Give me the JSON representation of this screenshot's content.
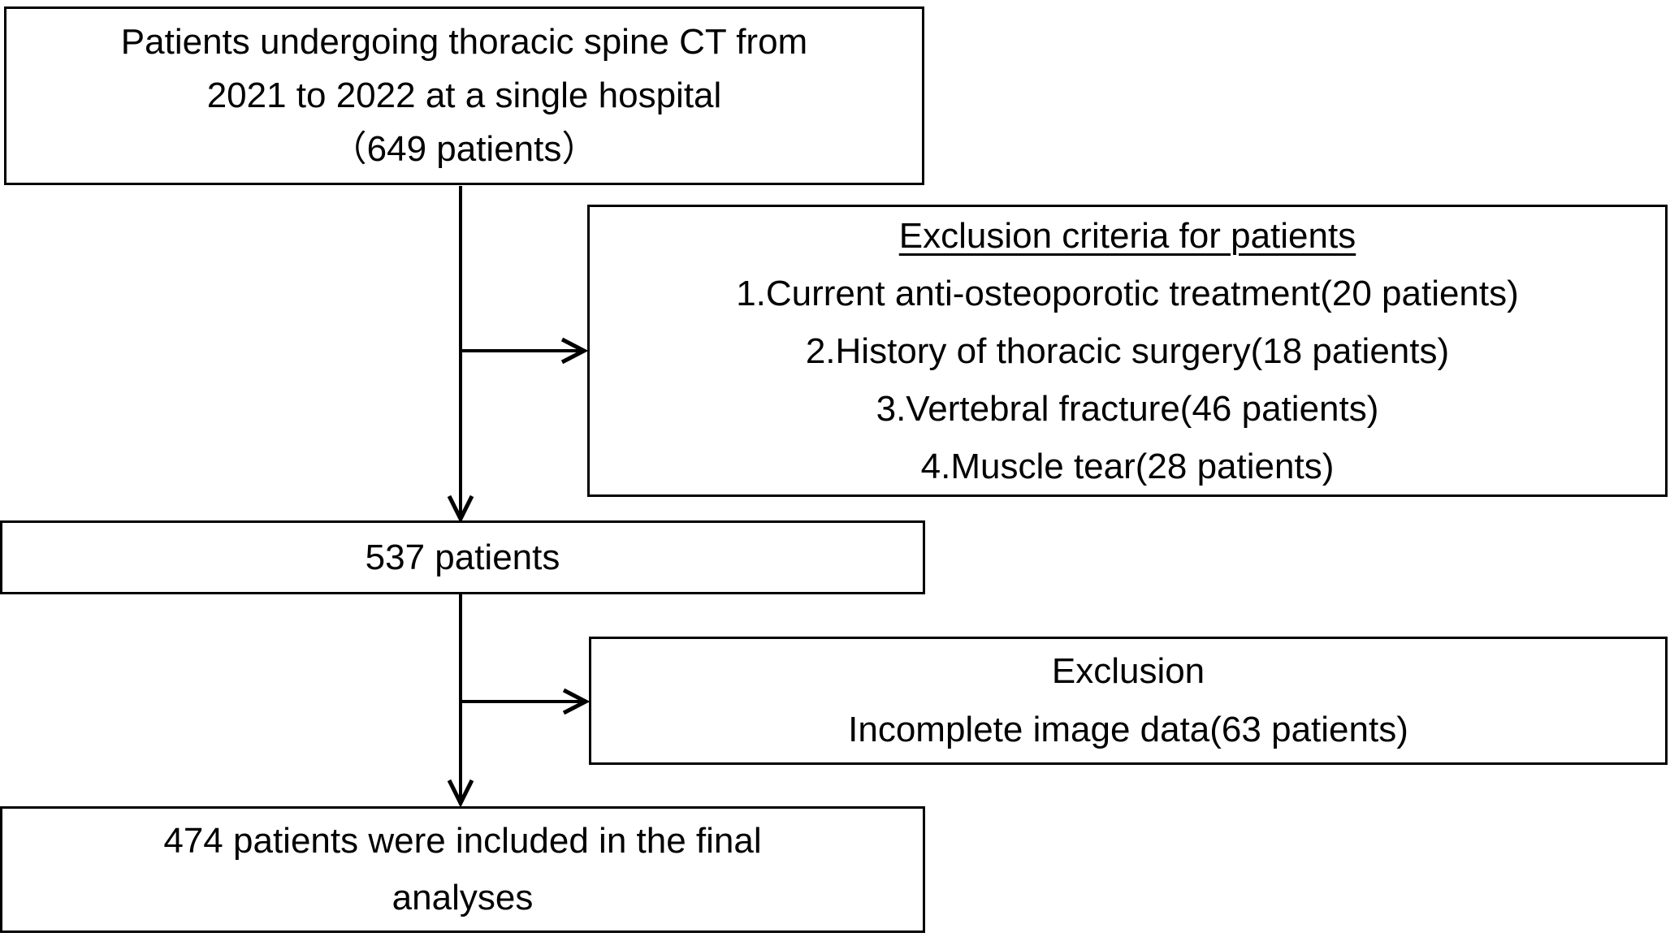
{
  "colors": {
    "background": "#ffffff",
    "border": "#000000",
    "text": "#000000"
  },
  "flow": {
    "initial": {
      "lines": [
        "Patients undergoing thoracic spine CT from",
        "2021 to 2022 at a single hospital",
        "（649 patients）"
      ]
    },
    "exclusion1": {
      "title": "Exclusion criteria for patients",
      "items": [
        "1.Current anti-osteoporotic treatment(20 patients)",
        "2.History of thoracic surgery(18 patients)",
        "3.Vertebral fracture(46 patients)",
        "4.Muscle tear(28 patients)"
      ]
    },
    "mid": {
      "label": "537 patients"
    },
    "exclusion2": {
      "lines": [
        "Exclusion",
        "Incomplete image data(63 patients)"
      ]
    },
    "final": {
      "lines": [
        "474 patients were included in the final",
        "analyses"
      ]
    }
  }
}
